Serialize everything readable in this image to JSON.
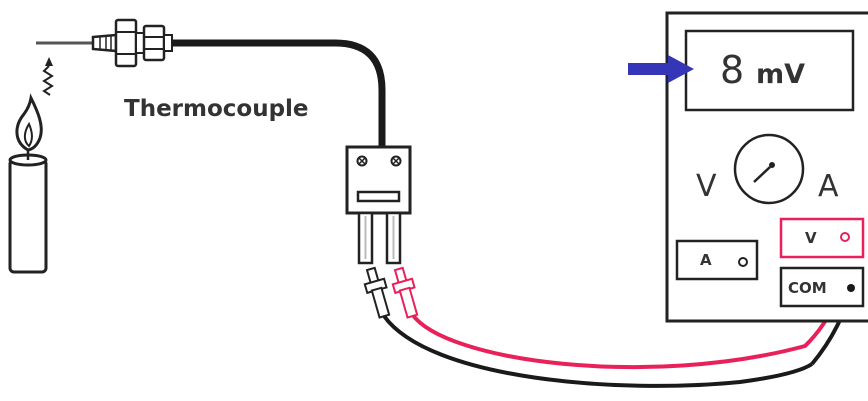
{
  "thermocouple_label": "Thermocouple",
  "meter": {
    "reading": "8",
    "unit": "mV",
    "left_mode": "V",
    "right_mode": "A",
    "jack_a": "A",
    "jack_v": "V",
    "jack_com": "COM"
  },
  "colors": {
    "red_lead": "#e8215a",
    "black_lead": "#1a1a1a",
    "arrow": "#3535b8",
    "outline": "#222222"
  },
  "icons": [
    "candle-icon",
    "flame-icon",
    "heat-wave-icon",
    "arrow-right-icon",
    "dial-gauge-icon"
  ]
}
